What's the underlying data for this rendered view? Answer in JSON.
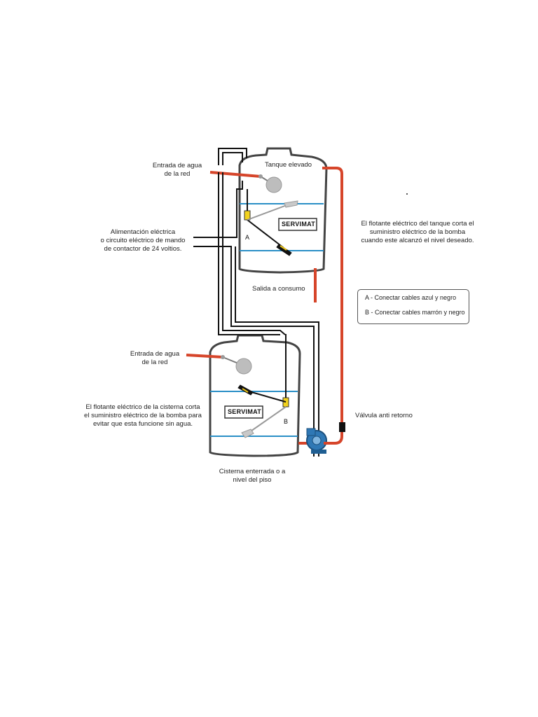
{
  "labels": {
    "water_inlet_upper": "Entrada de agua\nde la red",
    "tank_elevated": "Tanque elevado",
    "power_supply": "Alimentación eléctrica\no circuito eléctrico de mando\nde contactor de 24 voltios.",
    "tank_float_note": "El flotante eléctrico del tanque corta el\nsuministro eléctrico de la bomba\ncuando este alcanzó el nivel deseado.",
    "consumption_outlet": "Salida a consumo",
    "water_inlet_lower": "Entrada de agua\nde la red",
    "cistern_float_note": "El flotante eléctrico de la cisterna corta\nel suministro eléctrico de la bomba para\nevitar que esta funcione sin agua.",
    "check_valve": "Válvula anti retorno",
    "cistern": "Cisterna enterrada o a\nnivel del piso",
    "point_a": "A",
    "point_b": "B"
  },
  "brand_upper": "SERVIMAT",
  "brand_lower": "SERVIMAT",
  "note_box": {
    "line_a": "A - Conectar cables azul y negro",
    "line_b": "B - Conectar cables marrón y negro"
  },
  "colors": {
    "pipe_red": "#d6452a",
    "water_line": "#2a8fc6",
    "wire_black": "#111111",
    "float_ball": "#b9b9b9",
    "pump_blue": "#2f78b5"
  },
  "icons": [
    "float-ball-icon",
    "electric-float-switch-icon",
    "pump-icon",
    "check-valve-icon"
  ]
}
